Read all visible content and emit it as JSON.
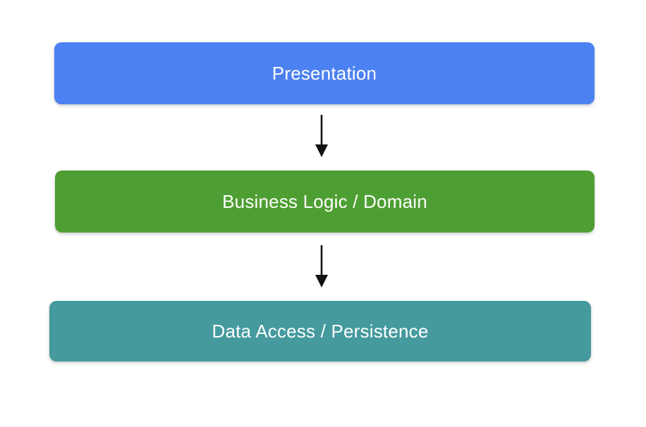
{
  "diagram": {
    "type": "layered-architecture",
    "background_color": "#FFFFFF",
    "text_color": "#FFFFFF",
    "arrow_color": "#111111",
    "layers": [
      {
        "label": "Presentation",
        "color": "#4C81F1"
      },
      {
        "label": "Business Logic / Domain",
        "color": "#4E9F33"
      },
      {
        "label": "Data Access / Persistence",
        "color": "#459A9E"
      }
    ]
  }
}
